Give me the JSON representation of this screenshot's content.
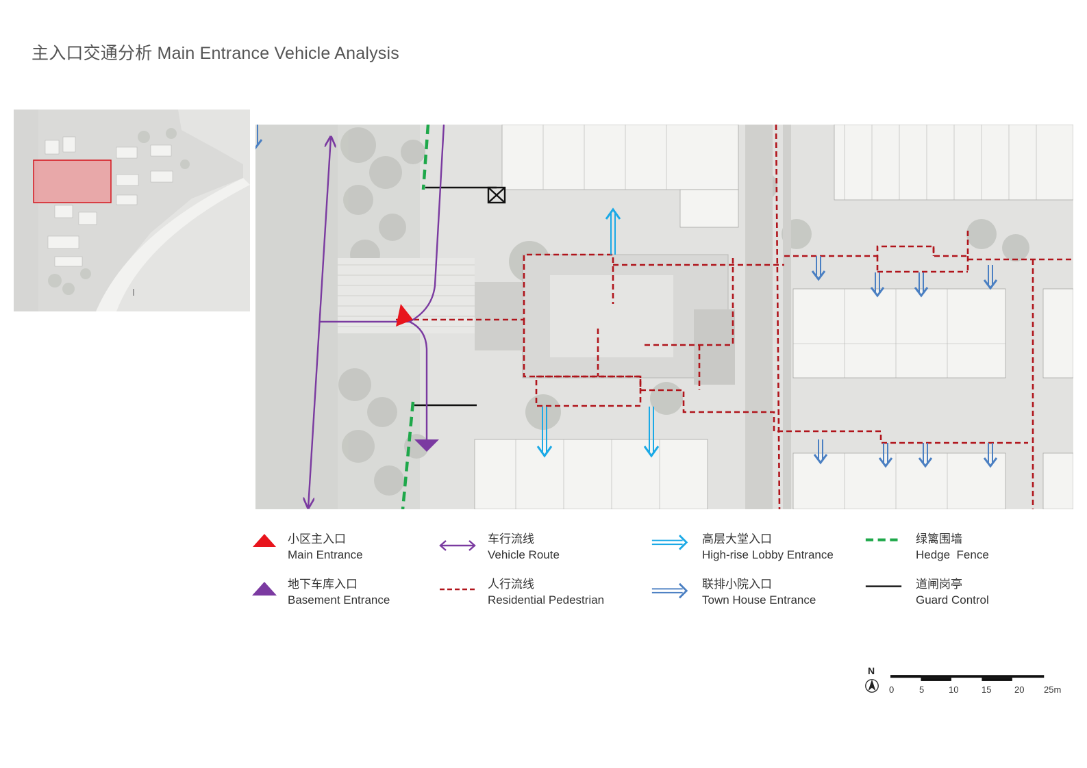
{
  "title": "主入口交通分析 Main Entrance Vehicle Analysis",
  "colors": {
    "vehicle": "#7a3aa0",
    "pedestrian": "#b0141b",
    "main_entrance": "#e8141c",
    "basement": "#7b3aa1",
    "lobby": "#1aa9e6",
    "townhouse": "#4a7fc2",
    "hedge": "#1ea84a",
    "guard": "#111111",
    "highlight": "#f47f84"
  },
  "legend": [
    {
      "id": "main-entrance",
      "cn": "小区主入口",
      "en": "Main Entrance",
      "symbol": "red-triangle"
    },
    {
      "id": "basement-entrance",
      "cn": "地下车库入口",
      "en": "Basement Entrance",
      "symbol": "purple-triangle"
    },
    {
      "id": "vehicle-route",
      "cn": "车行流线",
      "en": "Vehicle Route",
      "symbol": "double-arrow"
    },
    {
      "id": "residential-pedestrian",
      "cn": "人行流线",
      "en": "Residential Pedestrian",
      "symbol": "dashed-line"
    },
    {
      "id": "lobby-entrance",
      "cn": "高层大堂入口",
      "en": "High-rise Lobby Entrance",
      "symbol": "double-line-arrow"
    },
    {
      "id": "townhouse-entrance",
      "cn": "联排小院入口",
      "en": "Town House Entrance",
      "symbol": "double-line-arrow"
    },
    {
      "id": "hedge-fence",
      "cn": "绿篱围墙",
      "en": "Hedge  Fence",
      "symbol": "green-dashed"
    },
    {
      "id": "guard-control",
      "cn": "道闸岗亭",
      "en": "Guard Control",
      "symbol": "black-line"
    }
  ],
  "scale": {
    "north": "N",
    "ticks": [
      "0",
      "5",
      "10",
      "15",
      "20",
      "25m"
    ]
  }
}
